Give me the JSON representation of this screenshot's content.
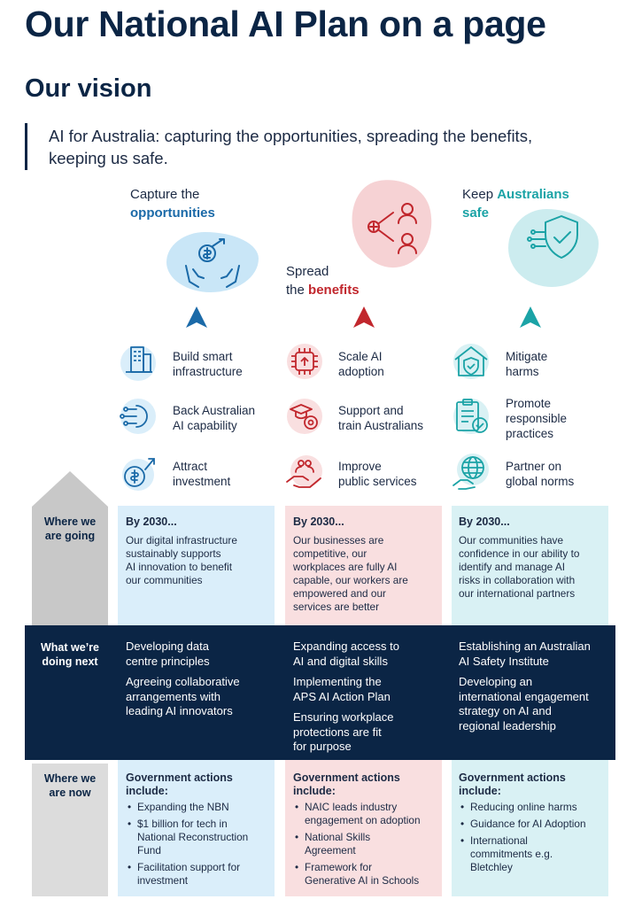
{
  "title": "Our National AI Plan on a page",
  "vision": {
    "heading": "Our vision",
    "statement_line1": "AI for Australia: capturing the opportunities, spreading the benefits,",
    "statement_line2": "keeping us safe."
  },
  "colors": {
    "navy": "#0b2545",
    "blue": "#1b6aa8",
    "red": "#c1272d",
    "teal": "#1ba3a6",
    "light_blue": "#daeefa",
    "light_pink": "#f9dfe0",
    "light_teal": "#d9f1f4",
    "grey_arrow": "#c8c8c8"
  },
  "pillars": [
    {
      "line1": "Capture the",
      "highlight": "opportunities",
      "icon": "hands-money-growth-icon",
      "features": [
        {
          "icon": "smart-infrastructure-icon",
          "line1": "Build smart",
          "line2": "infrastructure"
        },
        {
          "icon": "ai-capability-icon",
          "line1": "Back Australian",
          "line2": "AI capability"
        },
        {
          "icon": "investment-icon",
          "line1": "Attract",
          "line2": "investment"
        }
      ],
      "going": {
        "head": "By 2030...",
        "lines": [
          "Our digital infrastructure",
          "sustainably supports",
          "AI innovation to benefit",
          "our communities"
        ]
      },
      "next": [
        [
          "Developing data",
          "centre principles"
        ],
        [
          "Agreeing collaborative",
          "arrangements with",
          "leading AI innovators"
        ]
      ],
      "now": {
        "head_line1": "Government actions",
        "head_line2": "include:",
        "items": [
          [
            "Expanding the NBN"
          ],
          [
            "$1 billion for tech in",
            "National Reconstruction",
            "Fund"
          ],
          [
            "Facilitation support for",
            "investment"
          ]
        ]
      }
    },
    {
      "line1": "Spread",
      "line2_prefix": "the ",
      "highlight": "benefits",
      "icon": "share-people-icon",
      "features": [
        {
          "icon": "scale-ai-chip-icon",
          "line1": "Scale AI",
          "line2": "adoption"
        },
        {
          "icon": "train-gear-icon",
          "line1": "Support and",
          "line2": "train Australians"
        },
        {
          "icon": "public-services-hand-icon",
          "line1": "Improve",
          "line2": "public services"
        }
      ],
      "going": {
        "head": "By 2030...",
        "lines": [
          "Our businesses are",
          "competitive, our",
          "workplaces are fully AI",
          "capable, our workers are",
          "empowered and our",
          "services are better"
        ]
      },
      "next": [
        [
          "Expanding access to",
          "AI and digital skills"
        ],
        [
          "Implementing the",
          "APS AI Action Plan"
        ],
        [
          "Ensuring workplace",
          "protections are fit",
          "for purpose"
        ]
      ],
      "now": {
        "head_line1": "Government actions",
        "head_line2": "include:",
        "items": [
          [
            "NAIC leads industry",
            "engagement on adoption"
          ],
          [
            "National Skills",
            "Agreement"
          ],
          [
            "Framework for",
            "Generative AI in Schools"
          ]
        ]
      }
    },
    {
      "line1_prefix": "Keep ",
      "highlight1": "Australians",
      "highlight2": "safe",
      "icon": "shield-check-icon",
      "features": [
        {
          "icon": "home-shield-icon",
          "line1": "Mitigate",
          "line2": "harms"
        },
        {
          "icon": "clipboard-check-icon",
          "line1": "Promote",
          "line2": "responsible",
          "line3": "practices"
        },
        {
          "icon": "globe-hand-icon",
          "line1": "Partner on",
          "line2": "global norms"
        }
      ],
      "going": {
        "head": "By 2030...",
        "lines": [
          "Our communities have",
          "confidence in our ability to",
          "identify and manage AI",
          "risks in collaboration with",
          "our international partners"
        ]
      },
      "next": [
        [
          "Establishing an Australian",
          "AI Safety Institute"
        ],
        [
          "Developing an",
          "international engagement",
          "strategy on AI and",
          "regional leadership"
        ]
      ],
      "now": {
        "head_line1": "Government actions",
        "head_line2": "include:",
        "items": [
          [
            "Reducing online harms"
          ],
          [
            "Guidance for AI Adoption"
          ],
          [
            "International",
            "commitments e.g.",
            "Bletchley"
          ]
        ]
      }
    }
  ],
  "rows": {
    "going_line1": "Where we",
    "going_line2": "are going",
    "next_line1": "What we’re",
    "next_line2": "doing next",
    "now_line1": "Where we",
    "now_line2": "are now"
  }
}
